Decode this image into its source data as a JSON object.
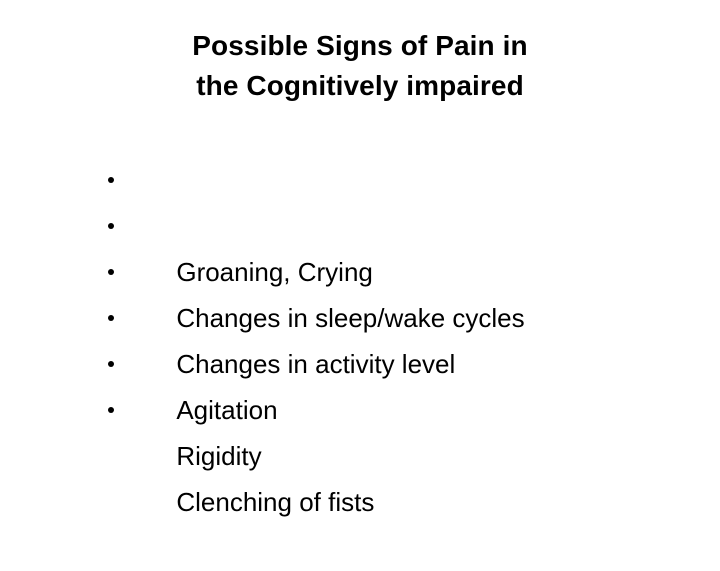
{
  "slide": {
    "background_color": "#ffffff",
    "text_color": "#000000",
    "title": {
      "lines": [
        "Possible Signs of Pain in",
        "the Cognitively impaired"
      ]
    },
    "bullets": [
      {
        "text": "Groaning, Crying",
        "marker": "bullet-dot"
      },
      {
        "text": "Changes in sleep/wake cycles",
        "marker": "bullet-dot"
      },
      {
        "text": "Changes in activity level",
        "marker": "bullet-dot"
      },
      {
        "text": "Agitation",
        "marker": "bullet-dot"
      },
      {
        "text": "Rigidity",
        "marker": "bullet-dot"
      },
      {
        "text": "Clenching of fists",
        "marker": "bullet-dot"
      }
    ]
  }
}
